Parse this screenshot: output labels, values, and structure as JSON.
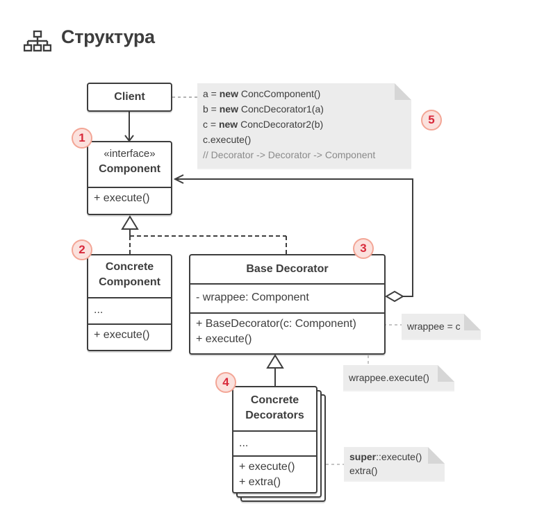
{
  "header": {
    "title": "Структура",
    "icon": "hierarchy-icon"
  },
  "client": {
    "label": "Client"
  },
  "component": {
    "stereotype": "«interface»",
    "name": "Component",
    "method": "+ execute()"
  },
  "concrete_component": {
    "name_line1": "Concrete",
    "name_line2": "Component",
    "fields": "...",
    "method": "+ execute()"
  },
  "base_decorator": {
    "name": "Base Decorator",
    "field": "- wrappee: Component",
    "method1": "+ BaseDecorator(c: Component)",
    "method2": "+ execute()"
  },
  "concrete_decorators": {
    "name_line1": "Concrete",
    "name_line2": "Decorators",
    "fields": "...",
    "method1": "+ execute()",
    "method2": "+ extra()"
  },
  "client_note": {
    "lines": [
      {
        "prefix": "a = ",
        "keyword": "new",
        "rest": " ConcComponent()"
      },
      {
        "prefix": "b = ",
        "keyword": "new",
        "rest": " ConcDecorator1(a)"
      },
      {
        "prefix": "c = ",
        "keyword": "new",
        "rest": " ConcDecorator2(b)"
      }
    ],
    "call": "c.execute()",
    "comment": "// Decorator -> Decorator -> Component"
  },
  "notes": {
    "wrappee_assign": "wrappee = c",
    "wrappee_execute": "wrappee.execute()",
    "super_keyword": "super",
    "super_rest": "::execute()",
    "extra": "extra()"
  },
  "badges": [
    "1",
    "2",
    "3",
    "4",
    "5"
  ],
  "colors": {
    "badge_text": "#d8283a",
    "badge_fill": "#fbe1dd",
    "badge_border": "#f3a595",
    "stroke": "#3d3d3d",
    "note_bg": "#ececec"
  }
}
